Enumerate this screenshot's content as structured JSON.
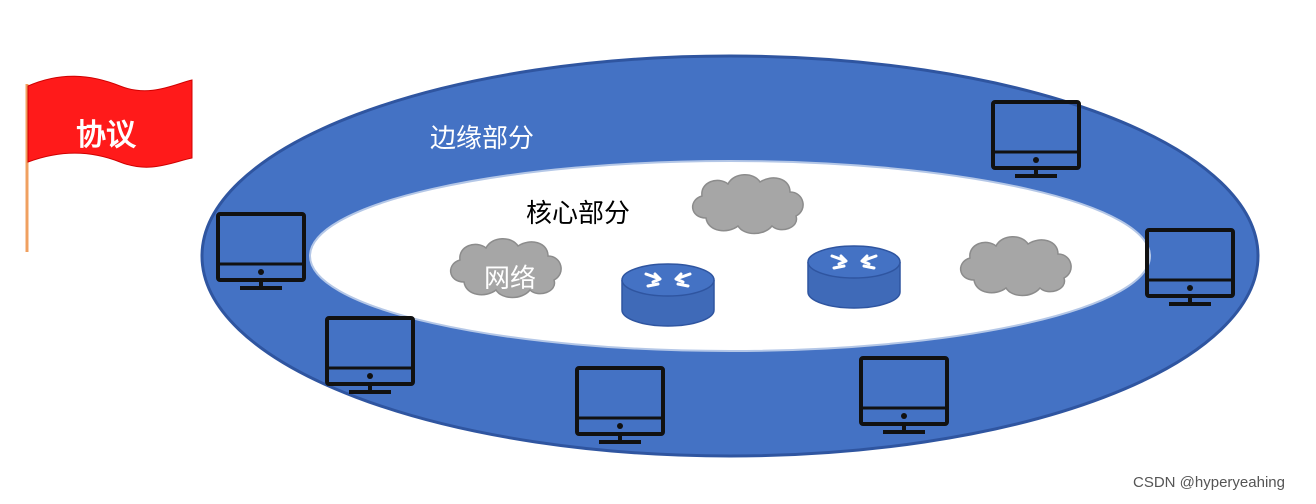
{
  "diagram": {
    "flag": {
      "label": "协议",
      "color": "#ff1a1a",
      "pole_color": "#f0a060"
    },
    "edge_part": {
      "label": "边缘部分",
      "color": "#4472c4"
    },
    "core_part": {
      "label": "核心部分",
      "color": "#ffffff"
    },
    "network_cloud": {
      "label": "网络",
      "color": "#999999"
    },
    "icons": {
      "host": "desktop-monitor-icon",
      "router": "router-icon",
      "cloud": "cloud-icon"
    }
  },
  "credit": "CSDN @hyperyeahing"
}
